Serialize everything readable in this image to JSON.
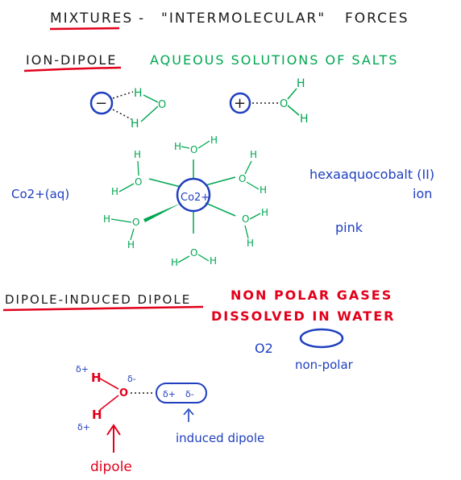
{
  "colors": {
    "black": "#1a1a1a",
    "red": "#e2001a",
    "green": "#00a651",
    "blue": "#1f3fbf"
  },
  "header": {
    "title_left": "MIXTURES",
    "title_dash": "-",
    "title_mid": "\"INTERMOLECULAR\"",
    "title_right": "FORCES"
  },
  "section_ion_dipole": {
    "heading": "ION-DIPOLE",
    "subtitle": "AQUEOUS SOLUTIONS OF SALTS",
    "neg_ion": "−",
    "pos_ion": "+",
    "water_H": "H",
    "water_O": "O",
    "complex_center": "Co2+",
    "complex_label_left": "Co2+(aq)",
    "complex_name": "hexaaquocobalt (II)",
    "complex_name_line2": "ion",
    "complex_color": "pink"
  },
  "section_dipole_induced": {
    "heading": "DIPOLE-INDUCED DIPOLE",
    "subtitle_line1": "NON POLAR GASES",
    "subtitle_line2": "DISSOLVED IN WATER",
    "o2_label": "O2",
    "nonpolar_label": "non-polar",
    "delta_plus": "δ+",
    "delta_minus": "δ-",
    "induced_label": "induced dipole",
    "dipole_label": "dipole"
  }
}
